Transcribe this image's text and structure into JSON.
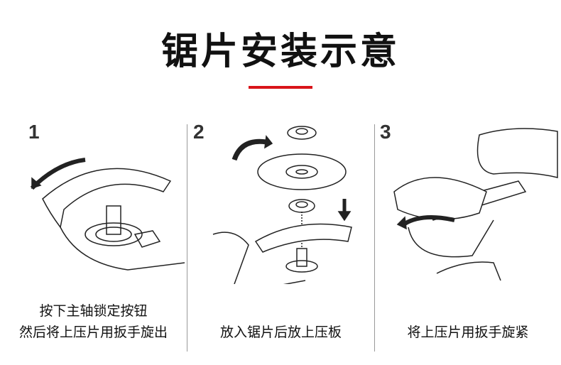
{
  "title": "锯片安装示意",
  "accent_color": "#d9141a",
  "steps": [
    {
      "number": "1",
      "caption_lines": [
        "按下主轴锁定按钮",
        "然后将上压片用扳手旋出"
      ]
    },
    {
      "number": "2",
      "caption_lines": [
        "放入锯片后放上压板"
      ]
    },
    {
      "number": "3",
      "caption_lines": [
        "将上压片用扳手旋紧"
      ]
    }
  ]
}
